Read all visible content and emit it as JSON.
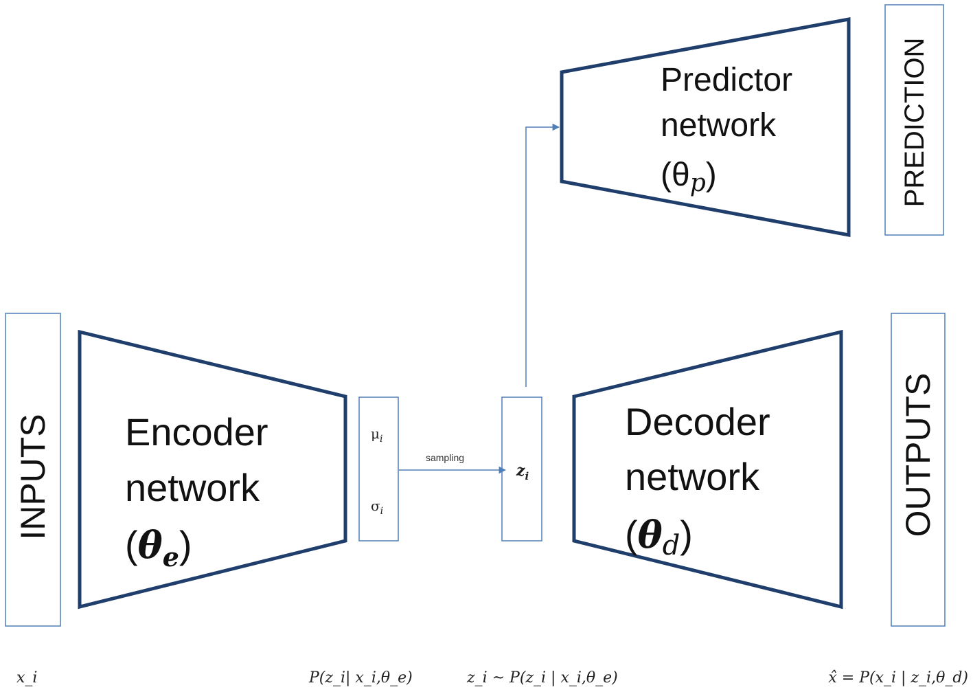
{
  "colors": {
    "trapezoid_stroke": "#1f3e6b",
    "box_stroke": "#4f7fb7",
    "arrow": "#4f7fb7",
    "text": "#111111"
  },
  "inputs_box": {
    "label": "INPUTS"
  },
  "encoder": {
    "line1": "Encoder",
    "line2": "network",
    "param_open": "(",
    "param_symbol": "θ",
    "param_sub": "e",
    "param_close": ")"
  },
  "latent_params": {
    "mu": "μ",
    "mu_sub": "i",
    "sigma": "σ",
    "sigma_sub": "i"
  },
  "sampling_arrow": {
    "label": "sampling"
  },
  "latent_z": {
    "symbol": "z",
    "sub": "i"
  },
  "decoder": {
    "line1": "Decoder",
    "line2": "network",
    "param_open": "(",
    "param_symbol": "θ",
    "param_sub": "d",
    "param_close": ")"
  },
  "outputs_box": {
    "label": "OUTPUTS"
  },
  "predictor": {
    "line1": "Predictor",
    "line2": "network",
    "param_open": "(",
    "param_symbol": "θ",
    "param_sub": "p",
    "param_close": ")"
  },
  "prediction_box": {
    "label": "PREDICTION"
  },
  "formulas": {
    "input": "x_i",
    "posterior": "P(z_i| x_i,θ_e)",
    "sample": "z_i  ~ P(z_i | x_i,θ_e)",
    "reconstruction": "x̂ = P(x_i | z_i,θ_d)"
  }
}
